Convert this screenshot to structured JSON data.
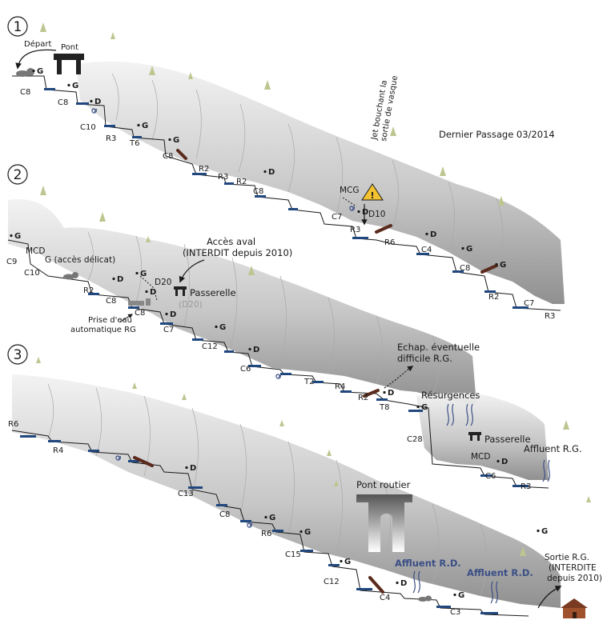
{
  "section_numbers": [
    "1",
    "2",
    "3"
  ],
  "labels": {
    "depart": "Départ",
    "pont": "Pont",
    "last_passage": "Dernier Passage 03/2014",
    "jet_line1": "Jet bouchant la",
    "jet_line2": "sortie de vasque",
    "mcg": "MCG",
    "d10": "D10",
    "acces_aval_1": "Accès aval",
    "acces_aval_2": "(INTERDIT depuis 2010)",
    "mcd": "MCD",
    "acces_delicat": "G (accès délicat)",
    "d20": "D20",
    "d20_paren": "(D20)",
    "passerelle": "Passerelle",
    "prise_1": "Prise d'eau",
    "prise_2": "automatique RG",
    "echap_1": "Echap. éventuelle",
    "echap_2": "difficile R.G.",
    "resurgences": "Résurgences",
    "affluent_rg": "Affluent R.G.",
    "pont_routier": "Pont routier",
    "affluent_rd": "Affluent R.D.",
    "sortie_1": "Sortie R.G.",
    "sortie_2": "(INTERDITE",
    "sortie_3": "depuis 2010)"
  },
  "obstacles": [
    {
      "label": "C8"
    },
    {
      "label": "C8"
    },
    {
      "label": "C10"
    },
    {
      "label": "R3"
    },
    {
      "label": "T6"
    },
    {
      "label": "C8"
    },
    {
      "label": "R2"
    },
    {
      "label": "R3"
    },
    {
      "label": "R2"
    },
    {
      "label": "C8"
    },
    {
      "label": "C7"
    },
    {
      "label": "R3"
    },
    {
      "label": "R6"
    },
    {
      "label": "C4"
    },
    {
      "label": "C8"
    },
    {
      "label": "R2"
    },
    {
      "label": "C7"
    },
    {
      "label": "R3"
    },
    {
      "label": "C9"
    },
    {
      "label": "C10"
    },
    {
      "label": "R2"
    },
    {
      "label": "C8"
    },
    {
      "label": "C8"
    },
    {
      "label": "C7"
    },
    {
      "label": "C12"
    },
    {
      "label": "C6"
    },
    {
      "label": "T2"
    },
    {
      "label": "R4"
    },
    {
      "label": "R2"
    },
    {
      "label": "T8"
    },
    {
      "label": "C28"
    },
    {
      "label": "C6"
    },
    {
      "label": "R3"
    },
    {
      "label": "R6"
    },
    {
      "label": "R4"
    },
    {
      "label": "C13"
    },
    {
      "label": "C8"
    },
    {
      "label": "R6"
    },
    {
      "label": "C15"
    },
    {
      "label": "C12"
    },
    {
      "label": "C4"
    },
    {
      "label": "C3"
    }
  ],
  "side_marks": [
    {
      "label": "G"
    },
    {
      "label": "G"
    },
    {
      "label": "D"
    },
    {
      "label": "G"
    },
    {
      "label": "G"
    },
    {
      "label": "D"
    },
    {
      "label": "D"
    },
    {
      "label": "D"
    },
    {
      "label": "G"
    },
    {
      "label": "G"
    },
    {
      "label": "G"
    },
    {
      "label": "D"
    },
    {
      "label": "G"
    },
    {
      "label": "D"
    },
    {
      "label": "D"
    },
    {
      "label": "G"
    },
    {
      "label": "D"
    },
    {
      "label": "D"
    },
    {
      "label": "G"
    },
    {
      "label": "D"
    },
    {
      "label": "D"
    },
    {
      "label": "G"
    },
    {
      "label": "G"
    },
    {
      "label": "G"
    },
    {
      "label": "D"
    },
    {
      "label": "G"
    },
    {
      "label": "G"
    }
  ],
  "colors": {
    "water": "#21487e",
    "rock_light": "#eeeeee",
    "rock_dark": "#8a8a8a",
    "wood": "#5a2a1c",
    "tree": "#bcc68f",
    "warning": "#f2c230",
    "stream_blue": "#3b4f86"
  },
  "icons": [
    "bridge-icon",
    "warning-icon",
    "spiral-icon",
    "log-icon",
    "rock-icon",
    "house-icon",
    "stream-icon",
    "tree-icon"
  ]
}
